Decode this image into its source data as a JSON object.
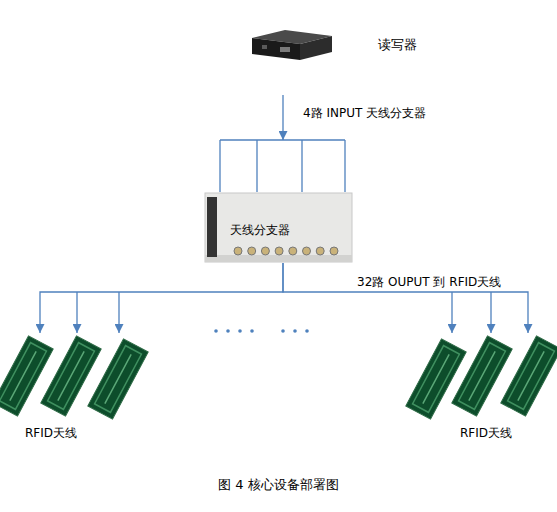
{
  "diagram": {
    "caption": "图 4 核心设备部署图",
    "nodes": [
      {
        "text": [
          "读写器"
        ]
      },
      {
        "text": [
          "天线分支器"
        ]
      },
      {
        "text": [
          "RFID天线"
        ]
      },
      {
        "text": [
          "RFID天线"
        ]
      }
    ],
    "edges": [
      {
        "from": 0,
        "to": 1,
        "arrow": "to",
        "label": "4路 INPUT 天线分支器"
      },
      {
        "from": 1,
        "to": 2,
        "arrow": "to"
      },
      {
        "from": 1,
        "to": 3,
        "arrow": "to",
        "label": "32路 OUPUT 到 RFID天线"
      }
    ]
  }
}
